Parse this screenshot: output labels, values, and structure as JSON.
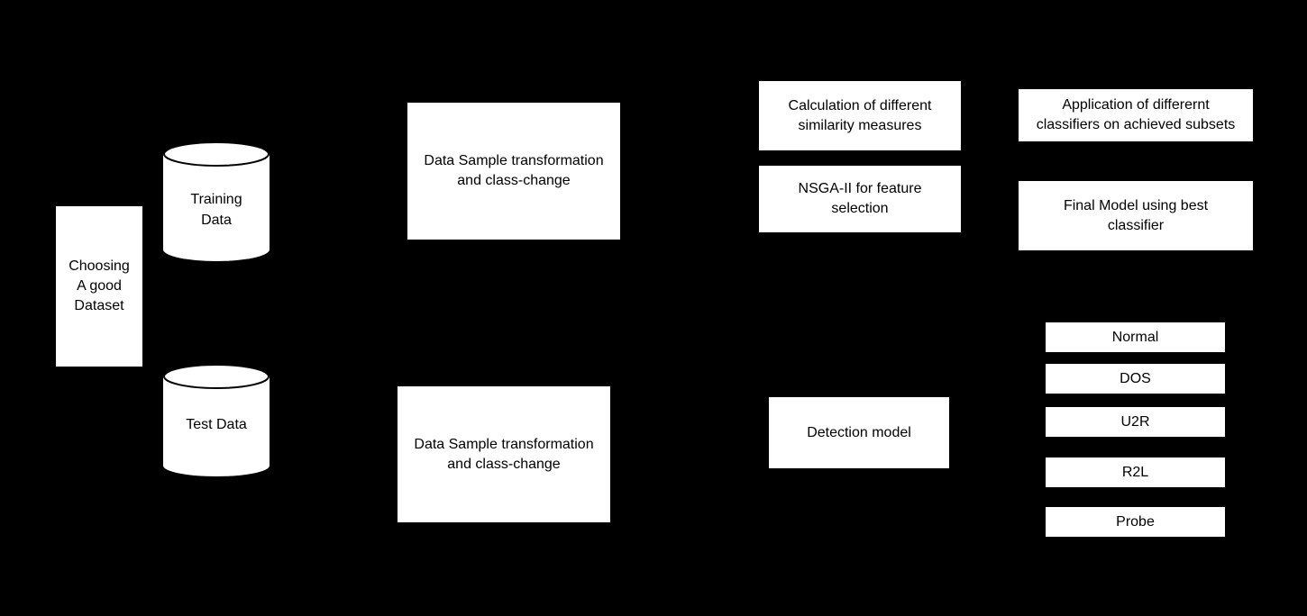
{
  "colors": {
    "background": "#000000",
    "node_fill": "#ffffff",
    "node_text": "#000000",
    "cylinder_stroke": "#000000"
  },
  "diagram": {
    "type": "flowchart",
    "nodes": {
      "choosing_dataset": {
        "line1": "Choosing",
        "line2": "A good",
        "line3": "Dataset"
      },
      "training_data": {
        "line1": "Training",
        "line2": "Data",
        "shape": "cylinder"
      },
      "test_data": {
        "label": "Test Data",
        "shape": "cylinder"
      },
      "transform_train": {
        "line1": "Data Sample transformation",
        "line2": "and class-change"
      },
      "transform_test": {
        "line1": "Data Sample transformation",
        "line2": "and class-change"
      },
      "similarity": {
        "line1": "Calculation of different",
        "line2": "similarity measures"
      },
      "nsga": {
        "line1": "NSGA-II for feature",
        "line2": "selection"
      },
      "application": {
        "line1": "Application of differernt",
        "line2": "classifiers on achieved subsets"
      },
      "final_model": {
        "line1": "Final Model using best",
        "line2": "classifier"
      },
      "detection_model": {
        "label": "Detection model"
      },
      "attack_classes": [
        "Normal",
        "DOS",
        "U2R",
        "R2L",
        "Probe"
      ]
    }
  }
}
